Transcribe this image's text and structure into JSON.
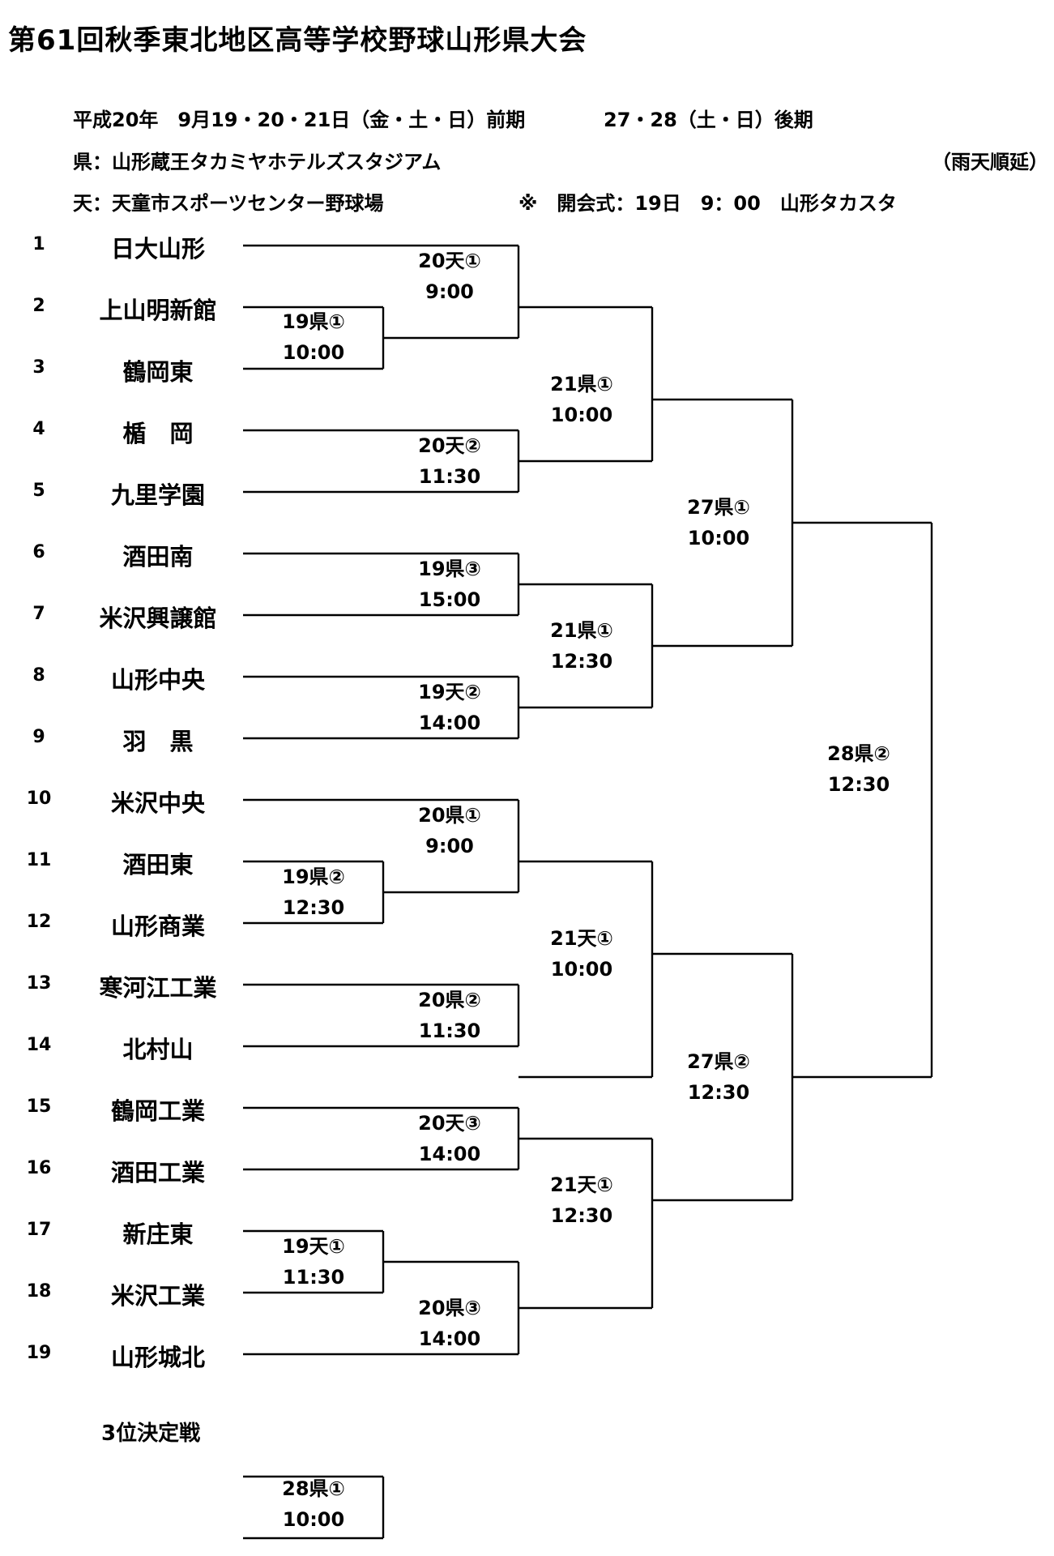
{
  "title": "第61回秋季東北地区高等学校野球山形県大会",
  "dates": {
    "part1": "平成20年　9月19・20・21日（金・土・日）前期",
    "part2": "27・28（土・日）後期"
  },
  "venues": {
    "ken": "県：山形蔵王タカミヤホテルズスタジアム",
    "rain": "（雨天順延）",
    "ten": "天：天童市スポーツセンター野球場",
    "ceremony": "※　開会式：19日　9：00　山形タカスタ"
  },
  "teams": [
    {
      "num": "1",
      "name": "日大山形"
    },
    {
      "num": "2",
      "name": "上山明新館"
    },
    {
      "num": "3",
      "name": "鶴岡東"
    },
    {
      "num": "4",
      "name": "楯　岡"
    },
    {
      "num": "5",
      "name": "九里学園"
    },
    {
      "num": "6",
      "name": "酒田南"
    },
    {
      "num": "7",
      "name": "米沢興譲館"
    },
    {
      "num": "8",
      "name": "山形中央"
    },
    {
      "num": "9",
      "name": "羽　黒"
    },
    {
      "num": "10",
      "name": "米沢中央"
    },
    {
      "num": "11",
      "name": "酒田東"
    },
    {
      "num": "12",
      "name": "山形商業"
    },
    {
      "num": "13",
      "name": "寒河江工業"
    },
    {
      "num": "14",
      "name": "北村山"
    },
    {
      "num": "15",
      "name": "鶴岡工業"
    },
    {
      "num": "16",
      "name": "酒田工業"
    },
    {
      "num": "17",
      "name": "新庄東"
    },
    {
      "num": "18",
      "name": "米沢工業"
    },
    {
      "num": "19",
      "name": "山形城北"
    }
  ],
  "matches": [
    {
      "venue": "19県①",
      "time": "10:00"
    },
    {
      "venue": "19県②",
      "time": "12:30"
    },
    {
      "venue": "19天①",
      "time": "11:30"
    },
    {
      "venue": "20天①",
      "time": "9:00"
    },
    {
      "venue": "20天②",
      "time": "11:30"
    },
    {
      "venue": "19県③",
      "time": "15:00"
    },
    {
      "venue": "19天②",
      "time": "14:00"
    },
    {
      "venue": "20県①",
      "time": "9:00"
    },
    {
      "venue": "20県②",
      "time": "11:30"
    },
    {
      "venue": "20天③",
      "time": "14:00"
    },
    {
      "venue": "20県③",
      "time": "14:00"
    },
    {
      "venue": "21県①",
      "time": "10:00"
    },
    {
      "venue": "21県①",
      "time": "12:30"
    },
    {
      "venue": "21天①",
      "time": "10:00"
    },
    {
      "venue": "21天①",
      "time": "12:30"
    },
    {
      "venue": "27県①",
      "time": "10:00"
    },
    {
      "venue": "27県②",
      "time": "12:30"
    },
    {
      "venue": "28県②",
      "time": "12:30"
    }
  ],
  "third_place": {
    "label": "3位決定戦",
    "venue": "28県①",
    "time": "10:00"
  }
}
